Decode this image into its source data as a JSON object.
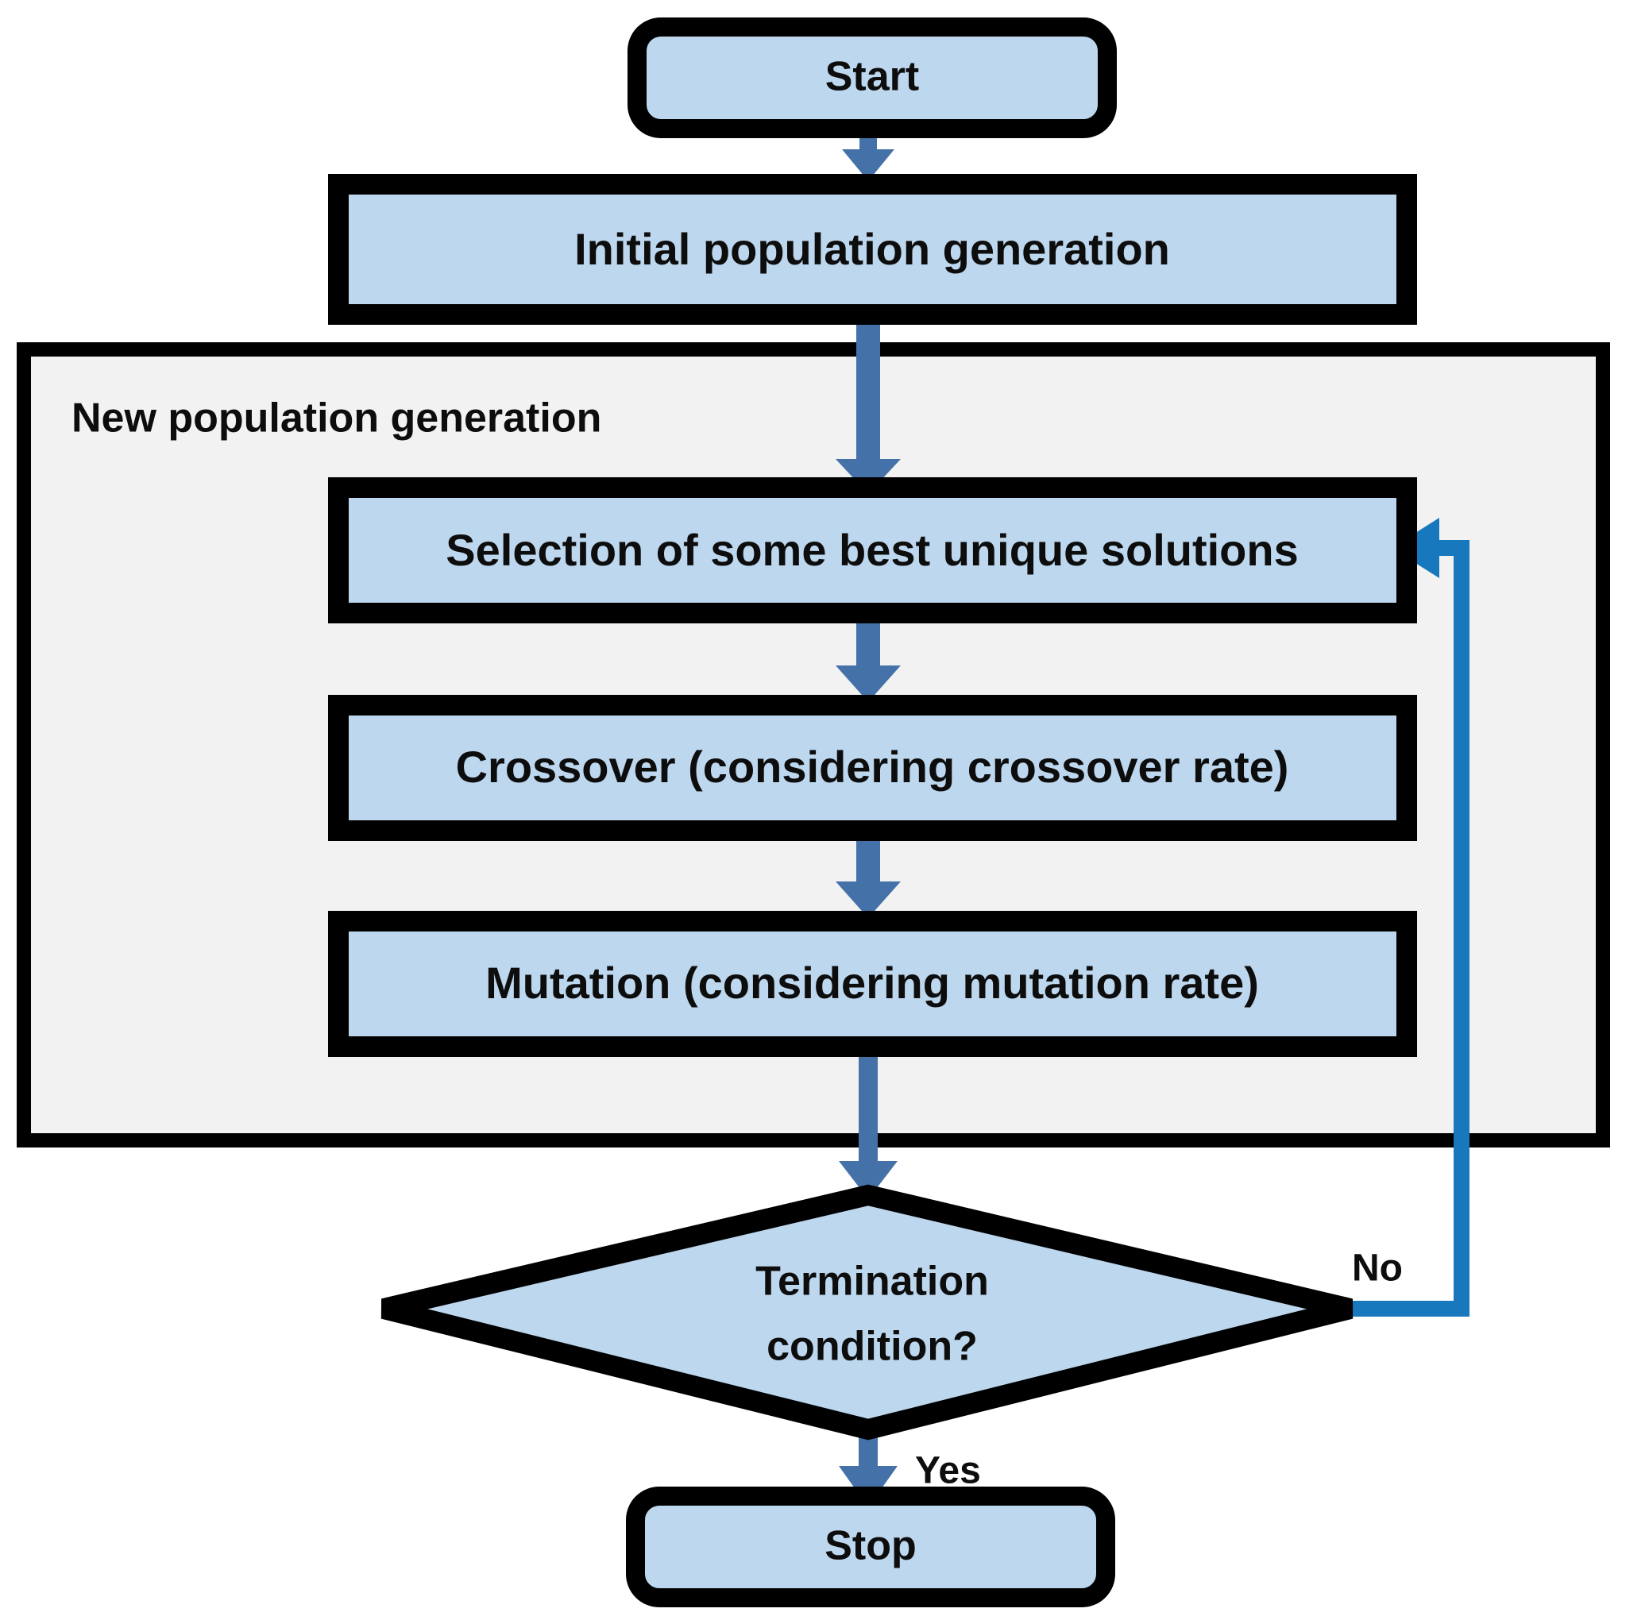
{
  "diagram": {
    "title": "Genetic algorithm flowchart",
    "colors": {
      "node_fill": "#bdd7ee",
      "node_border": "#000000",
      "group_fill": "#f2f2f2",
      "group_border": "#000000",
      "arrow": "#4472a8",
      "loop_line": "#1878be",
      "text": "#0d0d0d",
      "background": "#ffffff"
    },
    "nodes": {
      "start": {
        "label": "Start",
        "shape": "rounded-rectangle"
      },
      "initial_population": {
        "label": "Initial  population generation",
        "shape": "rectangle"
      },
      "group": {
        "label": "New population generation",
        "shape": "container"
      },
      "selection": {
        "label": "Selection of some best unique solutions",
        "shape": "rectangle"
      },
      "crossover": {
        "label": "Crossover (considering crossover rate)",
        "shape": "rectangle"
      },
      "mutation": {
        "label": "Mutation (considering mutation rate)",
        "shape": "rectangle"
      },
      "termination": {
        "label_line1": "Termination",
        "label_line2": "condition?",
        "shape": "diamond"
      },
      "stop": {
        "label": "Stop",
        "shape": "rounded-rectangle"
      }
    },
    "edge_labels": {
      "no": "No",
      "yes": "Yes"
    }
  }
}
